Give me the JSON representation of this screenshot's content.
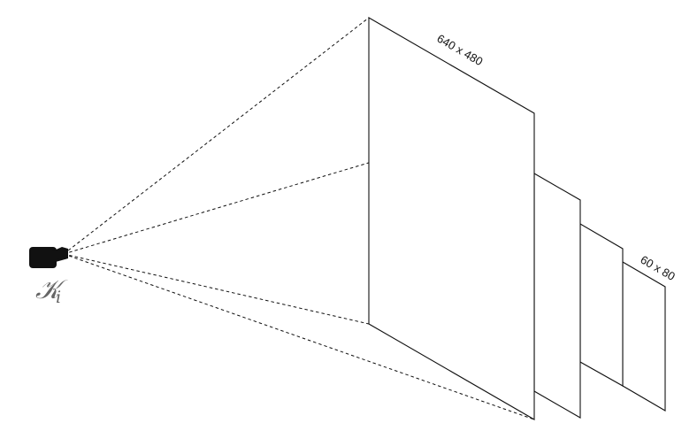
{
  "diagram": {
    "largest_plane_label": "640 x 480",
    "smallest_plane_label": "60 x 80",
    "camera_label": "𝒦",
    "camera_subscript": "i",
    "stroke_color": "#111111",
    "camera_color": "#111111",
    "label_color": "#666666"
  }
}
